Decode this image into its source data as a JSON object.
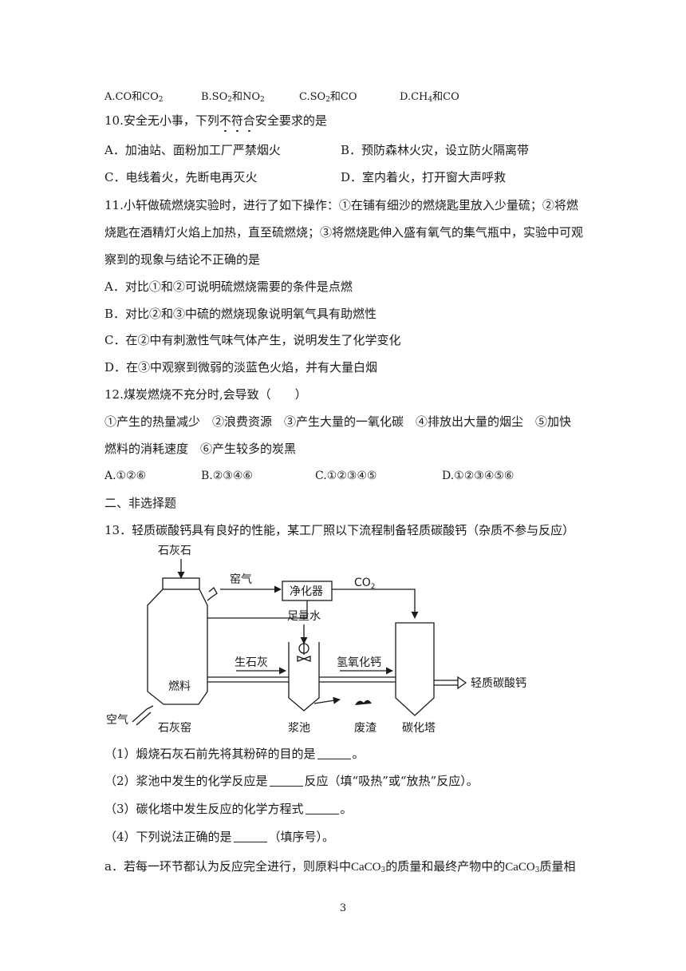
{
  "q9": {
    "a_pre": "A.CO和CO",
    "a_sub": "2",
    "b_pre": "B.SO",
    "b_sub1": "2",
    "b_mid": "和NO",
    "b_sub2": "2",
    "c_pre": "C.SO",
    "c_sub": "2",
    "c_post": "和CO",
    "d_pre": "D.CH",
    "d_sub": "4",
    "d_post": "和CO"
  },
  "q10": {
    "stem_pre": "10.安全无小事，下列",
    "stem_emph": [
      "不",
      "符",
      "合"
    ],
    "stem_post": "安全要求的是",
    "options": [
      "A．加油站、面粉加工厂严禁烟火",
      "B．预防森林火灾，设立防火隔离带",
      "C．电线着火，先断电再灭火",
      "D．室内着火，打开窗大声呼救"
    ]
  },
  "q11": {
    "lines": [
      "11.小轩做硫燃烧实验时，进行了如下操作：①在铺有细沙的燃烧匙里放入少量硫；②将燃",
      "烧匙在酒精灯火焰上加热，直至硫燃烧；③将燃烧匙伸入盛有氧气的集气瓶中，实验中可观",
      "察到的现象与结论不正确的是"
    ],
    "options": [
      "A．对比①和②可说明硫燃烧需要的条件是点燃",
      "B．对比②和③中硫的燃烧现象说明氧气具有助燃性",
      "C．在②中有刺激性气味气体产生，说明发生了化学变化",
      "D．在③中观察到微弱的淡蓝色火焰，并有大量白烟"
    ]
  },
  "q12": {
    "stem": "12.煤炭燃烧不充分时,会导致（　　）",
    "line1": "①产生的热量减少　②浪费资源　③产生大量的一氧化碳　④排放出大量的烟尘　⑤加快",
    "line2": "燃料的消耗速度　⑥产生较多的炭黑",
    "options": [
      "A.①②⑥",
      "B.②③④⑥",
      "C.①②③④⑤",
      "D.①②③④⑤⑥"
    ]
  },
  "section2": "二、非选择题",
  "q13": {
    "stem": "13．轻质碳酸钙具有良好的性能，某工厂照以下流程制备轻质碳酸钙（杂质不参与反应）",
    "diagram": {
      "limestone": "石灰石",
      "kiln_gas": "窑气",
      "purifier": "净化器",
      "co2_pre": "CO",
      "co2_sub": "2",
      "water": "足量水",
      "quicklime": "生石灰",
      "hydroxide": "氢氧化钙",
      "product": "轻质碳酸钙",
      "fuel": "燃料",
      "air": "空气",
      "kiln": "石灰窑",
      "pool": "浆池",
      "waste": "废渣",
      "tower": "碳化塔"
    },
    "sub1_pre": "（1）煅烧石灰石前先将其粉碎的目的是",
    "sub1_post": "。",
    "sub2_pre": "（2）浆池中发生的化学反应是",
    "sub2_post": "反应（填“吸热”或“放热”反应）。",
    "sub3_pre": "（3）碳化塔中发生反应的化学方程式",
    "sub3_post": "。",
    "sub4_pre": "（4）下列说法正确的是",
    "sub4_post": "（填序号）。",
    "a_pre": "a．若每一环节都认为反应完全进行，则原料中",
    "a_f1": "CaCO",
    "a_s1": "3",
    "a_mid": "的质量和最终产物中的",
    "a_f2": "CaCO",
    "a_s2": "3",
    "a_post": "质量相"
  },
  "page_number": "3"
}
